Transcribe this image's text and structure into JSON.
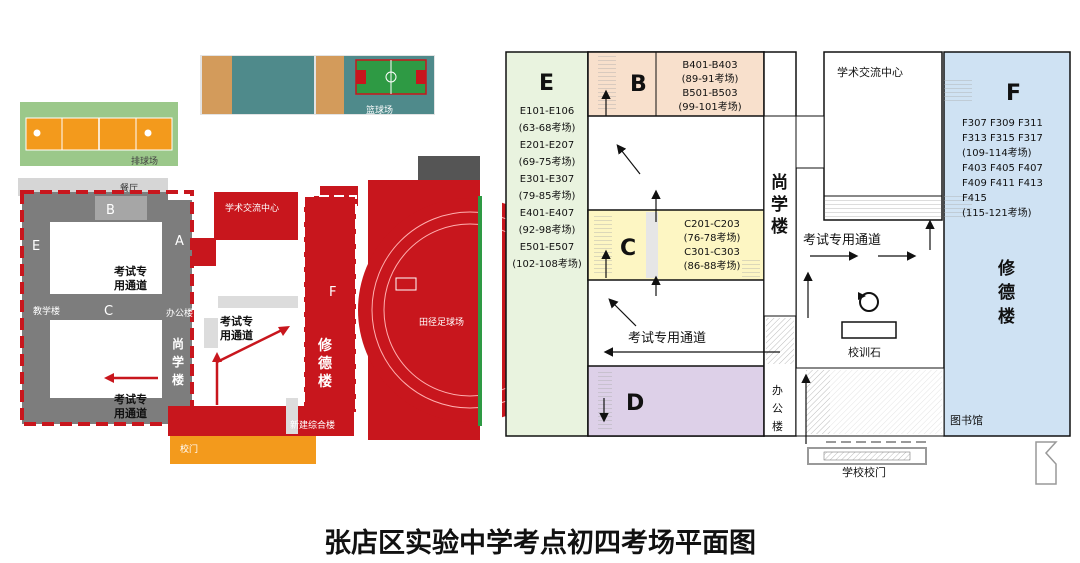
{
  "title": "张店区实验中学考点初四考场平面图",
  "left_map": {
    "volleyball": "排球场",
    "basketball": "篮球场",
    "canteen": "餐厅",
    "bldg_b": "B",
    "bldg_a": "A",
    "bldg_e": "E",
    "bldg_c": "C",
    "bldg_f": "F",
    "teaching": "教学楼",
    "office": "办公楼",
    "academic": "学术交流中心",
    "passage_1_line1": "考试专",
    "passage_1_line2": "用通道",
    "passage_2_line1": "考试专",
    "passage_2_line2": "用通道",
    "passage_3_line1": "考试专",
    "passage_3_line2": "用通道",
    "shangxue": [
      "尚",
      "学",
      "楼"
    ],
    "xiude": [
      "修",
      "德",
      "楼"
    ],
    "new_complex": "新建综合楼",
    "field": "田径足球场",
    "gate": "校门"
  },
  "right_map": {
    "E": {
      "letter": "E",
      "lines": [
        "E101-E106",
        "(63-68考场)",
        "E201-E207",
        "(69-75考场)",
        "E301-E307",
        "(79-85考场)",
        "E401-E407",
        "(92-98考场)",
        "E501-E507",
        "(102-108考场)"
      ]
    },
    "B": {
      "letter": "B",
      "lines": [
        "B401-B403",
        "(89-91考场)",
        "B501-B503",
        "(99-101考场)"
      ]
    },
    "C": {
      "letter": "C",
      "lines": [
        "C201-C203",
        "(76-78考场)",
        "C301-C303",
        "(86-88考场)"
      ]
    },
    "D": {
      "letter": "D"
    },
    "F": {
      "letter": "F",
      "lines": [
        "F307  F309  F311",
        "F313  F315  F317",
        "(109-114考场)",
        "F403  F405  F407",
        "F409  F411  F413",
        "F415",
        "(115-121考场)"
      ]
    },
    "academic": "学术交流中心",
    "shangxue": [
      "尚",
      "学",
      "楼"
    ],
    "xiude": [
      "修",
      "德",
      "楼"
    ],
    "office": [
      "办",
      "公",
      "楼"
    ],
    "passage_top": "考试专用通道",
    "passage_bottom": "考试专用通道",
    "motto_stone": "校训石",
    "library": "图书馆",
    "school_gate": "学校校门"
  },
  "colors": {
    "red": "#c8161d",
    "gray": "#7d7d7d",
    "teal": "#4f8a8b",
    "orange": "#f39a1c",
    "green": "#9bc88a",
    "E_fill": "#e9f3df",
    "B_fill": "#f8e0cc",
    "C_fill": "#fdf6c3",
    "D_fill": "#ddd0e8",
    "F_fill": "#cfe2f3"
  }
}
